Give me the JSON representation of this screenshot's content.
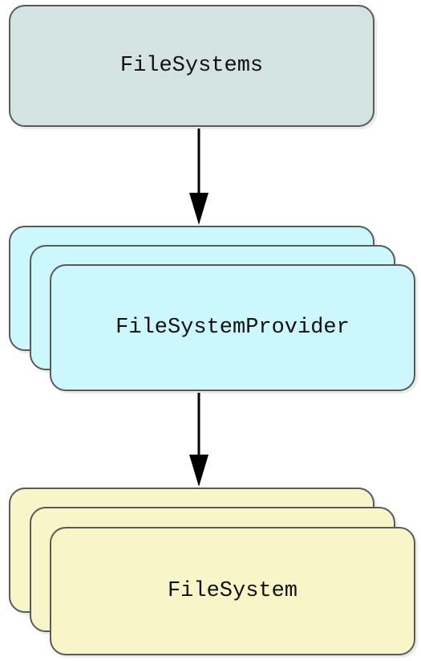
{
  "nodes": {
    "filesystems": {
      "label": "FileSystems",
      "fill": "#d3e3e1"
    },
    "provider": {
      "label": "FileSystemProvider",
      "fill": "#ccf8fd"
    },
    "filesystem": {
      "label": "FileSystem",
      "fill": "#f8f6c8"
    }
  },
  "edges": [
    {
      "from": "filesystems",
      "to": "provider"
    },
    {
      "from": "provider",
      "to": "filesystem"
    }
  ],
  "colors": {
    "border": "#5a5a5a",
    "arrow": "#000000"
  }
}
